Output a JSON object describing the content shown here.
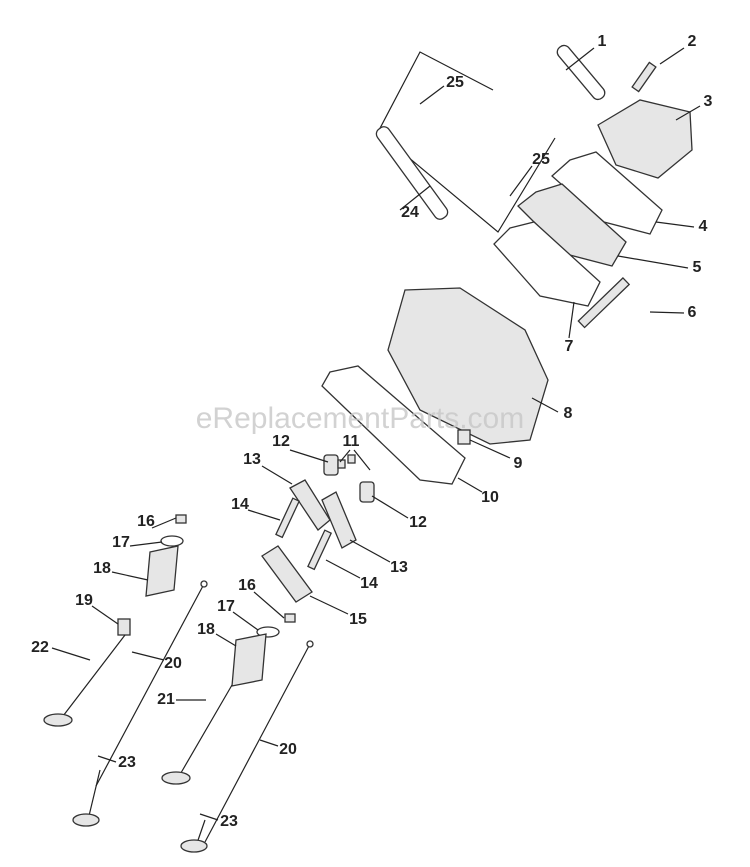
{
  "watermark": "eReplacementParts.com",
  "callouts": {
    "c1": "1",
    "c2": "2",
    "c3": "3",
    "c4": "4",
    "c5": "5",
    "c6": "6",
    "c7": "7",
    "c8": "8",
    "c9": "9",
    "c10": "10",
    "c11": "11",
    "c12a": "12",
    "c12b": "12",
    "c13a": "13",
    "c13b": "13",
    "c14a": "14",
    "c14b": "14",
    "c15": "15",
    "c16a": "16",
    "c16b": "16",
    "c17a": "17",
    "c17b": "17",
    "c18a": "18",
    "c18b": "18",
    "c19": "19",
    "c20a": "20",
    "c20b": "20",
    "c21": "21",
    "c22": "22",
    "c23a": "23",
    "c23b": "23",
    "c24": "24",
    "c25a": "25",
    "c25b": "25"
  }
}
